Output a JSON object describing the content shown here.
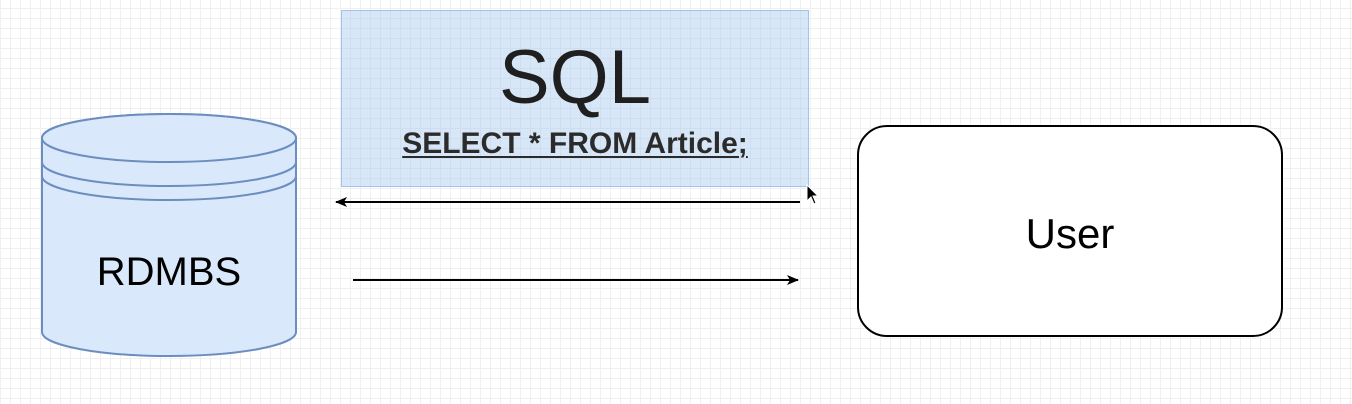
{
  "diagram": {
    "sql_box": {
      "title": "SQL",
      "query": "SELECT * FROM Article;",
      "fill_color": "#a1c5ec"
    },
    "database": {
      "label": "RDMBS",
      "shape": "cylinder",
      "fill_color": "#dae8fc",
      "stroke_color": "#6c8ebf"
    },
    "user": {
      "label": "User",
      "shape": "rounded-rectangle",
      "fill_color": "#ffffff",
      "stroke_color": "#000000"
    },
    "arrows": [
      {
        "from": "user",
        "to": "database"
      },
      {
        "from": "database",
        "to": "user"
      }
    ]
  }
}
